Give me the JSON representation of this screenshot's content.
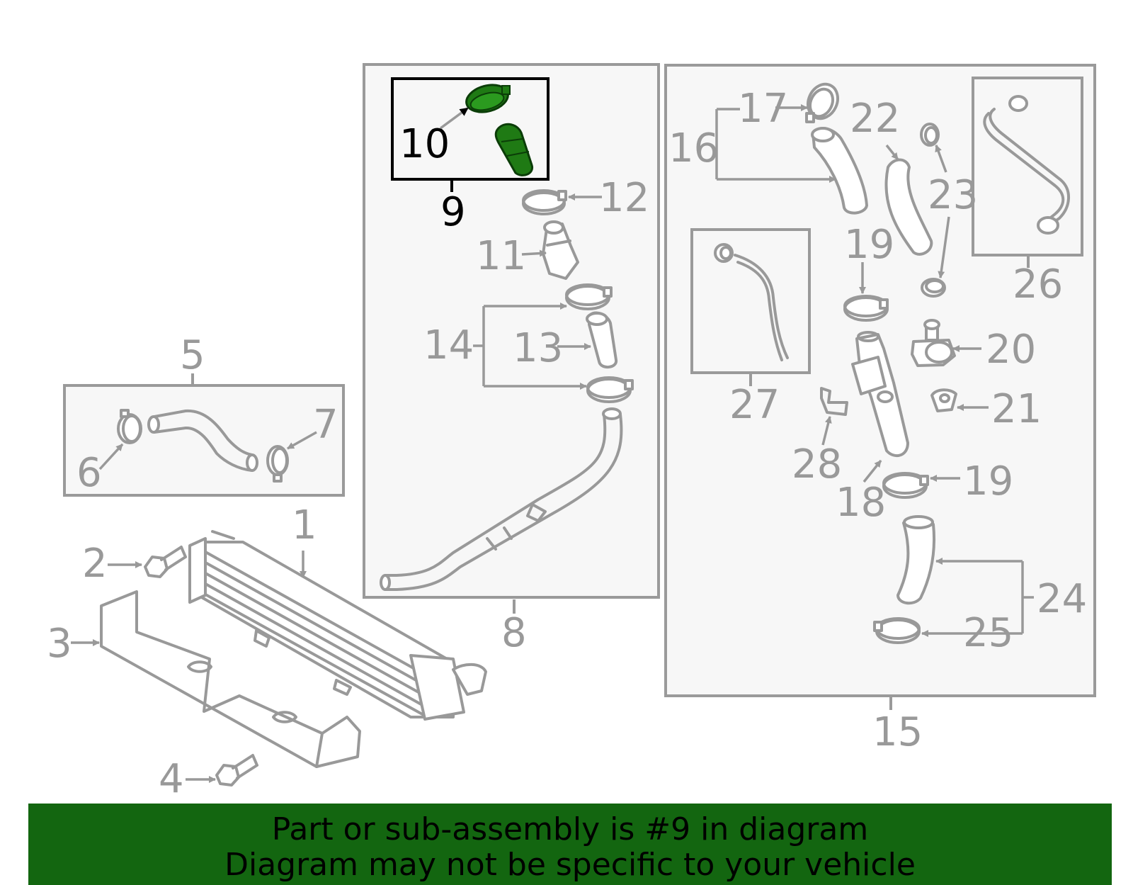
{
  "labels": {
    "p1": "1",
    "p2": "2",
    "p3": "3",
    "p4": "4",
    "p5": "5",
    "p6": "6",
    "p7": "7",
    "p8": "8",
    "p9": "9",
    "p10": "10",
    "p11": "11",
    "p12": "12",
    "p13": "13",
    "p14": "14",
    "p15": "15",
    "p16": "16",
    "p17": "17",
    "p18": "18",
    "p19a": "19",
    "p19b": "19",
    "p20": "20",
    "p21": "21",
    "p22": "22",
    "p23": "23",
    "p24": "24",
    "p25": "25",
    "p26": "26",
    "p27": "27",
    "p28": "28"
  },
  "highlight": {
    "part": "9",
    "color": "#136610",
    "fill": "#1f7a14"
  },
  "banner": {
    "line1": "Part or sub-assembly is #9 in diagram",
    "line2": "Diagram may not be specific to your vehicle",
    "background": "#136610"
  }
}
